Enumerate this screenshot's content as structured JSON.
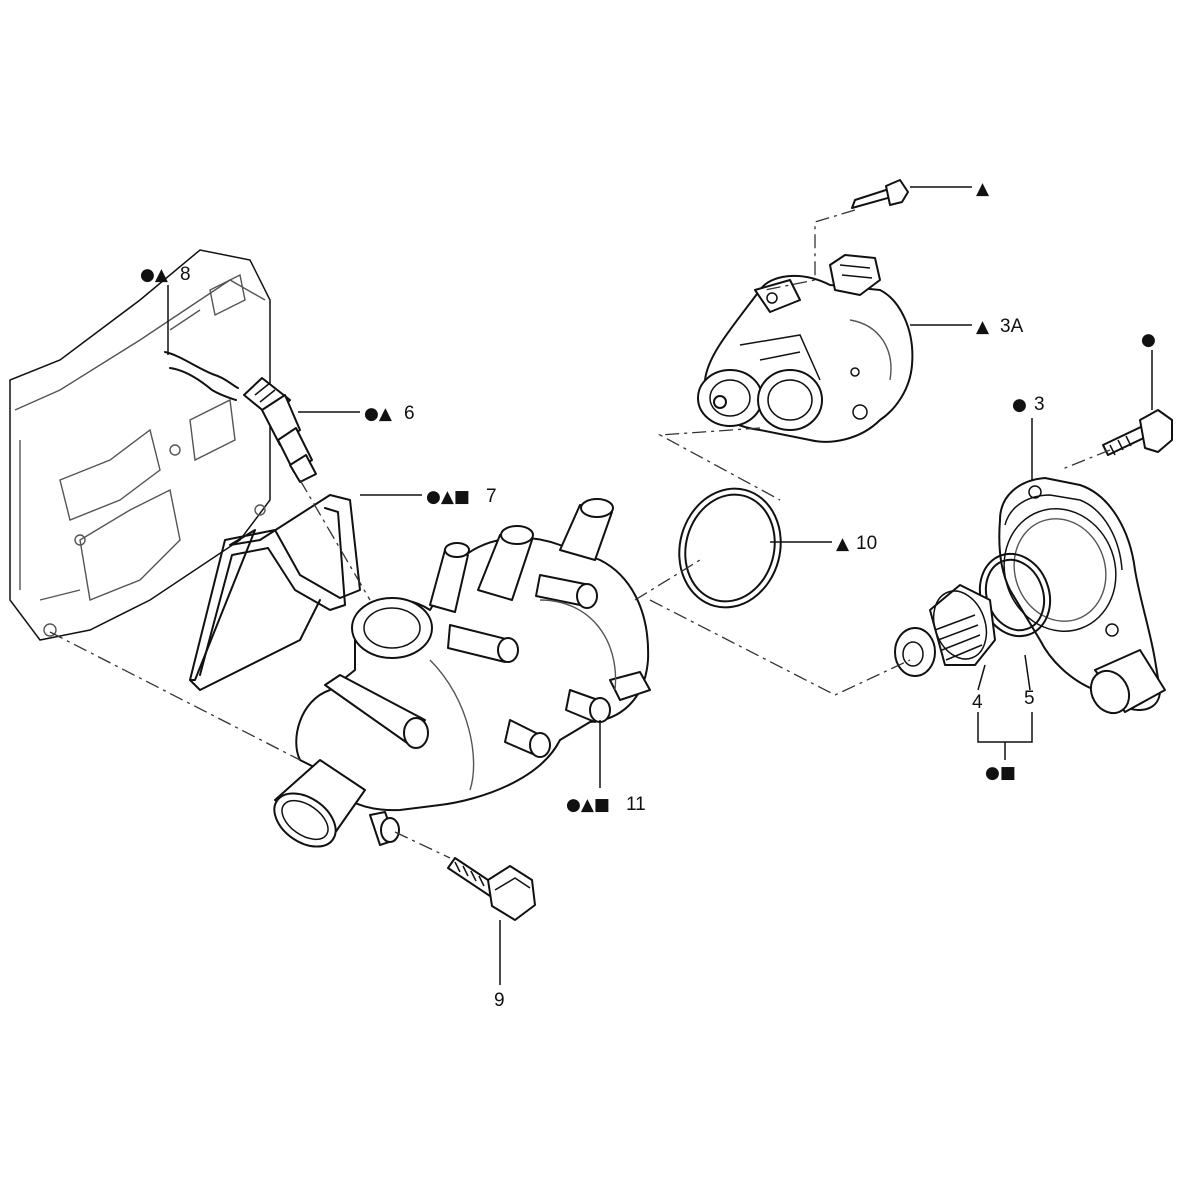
{
  "callouts": {
    "c_top_bolt": {
      "symbols": "▲",
      "number": ""
    },
    "c_3a": {
      "symbols": "▲",
      "number": "3A"
    },
    "c_right_bolt": {
      "symbols": "●",
      "number": ""
    },
    "c_3": {
      "symbols": "●",
      "number": "3"
    },
    "c_8": {
      "symbols": "●▲",
      "number": "8"
    },
    "c_6": {
      "symbols": "●▲",
      "number": "6"
    },
    "c_7": {
      "symbols": "●▲■",
      "number": "7"
    },
    "c_10": {
      "symbols": "▲",
      "number": "10"
    },
    "c_11": {
      "symbols": "●▲■",
      "number": "11"
    },
    "c_4": {
      "symbols": "",
      "number": "4"
    },
    "c_5": {
      "symbols": "",
      "number": "5"
    },
    "c_45": {
      "symbols": "●■",
      "number": ""
    },
    "c_9": {
      "symbols": "",
      "number": "9"
    }
  }
}
